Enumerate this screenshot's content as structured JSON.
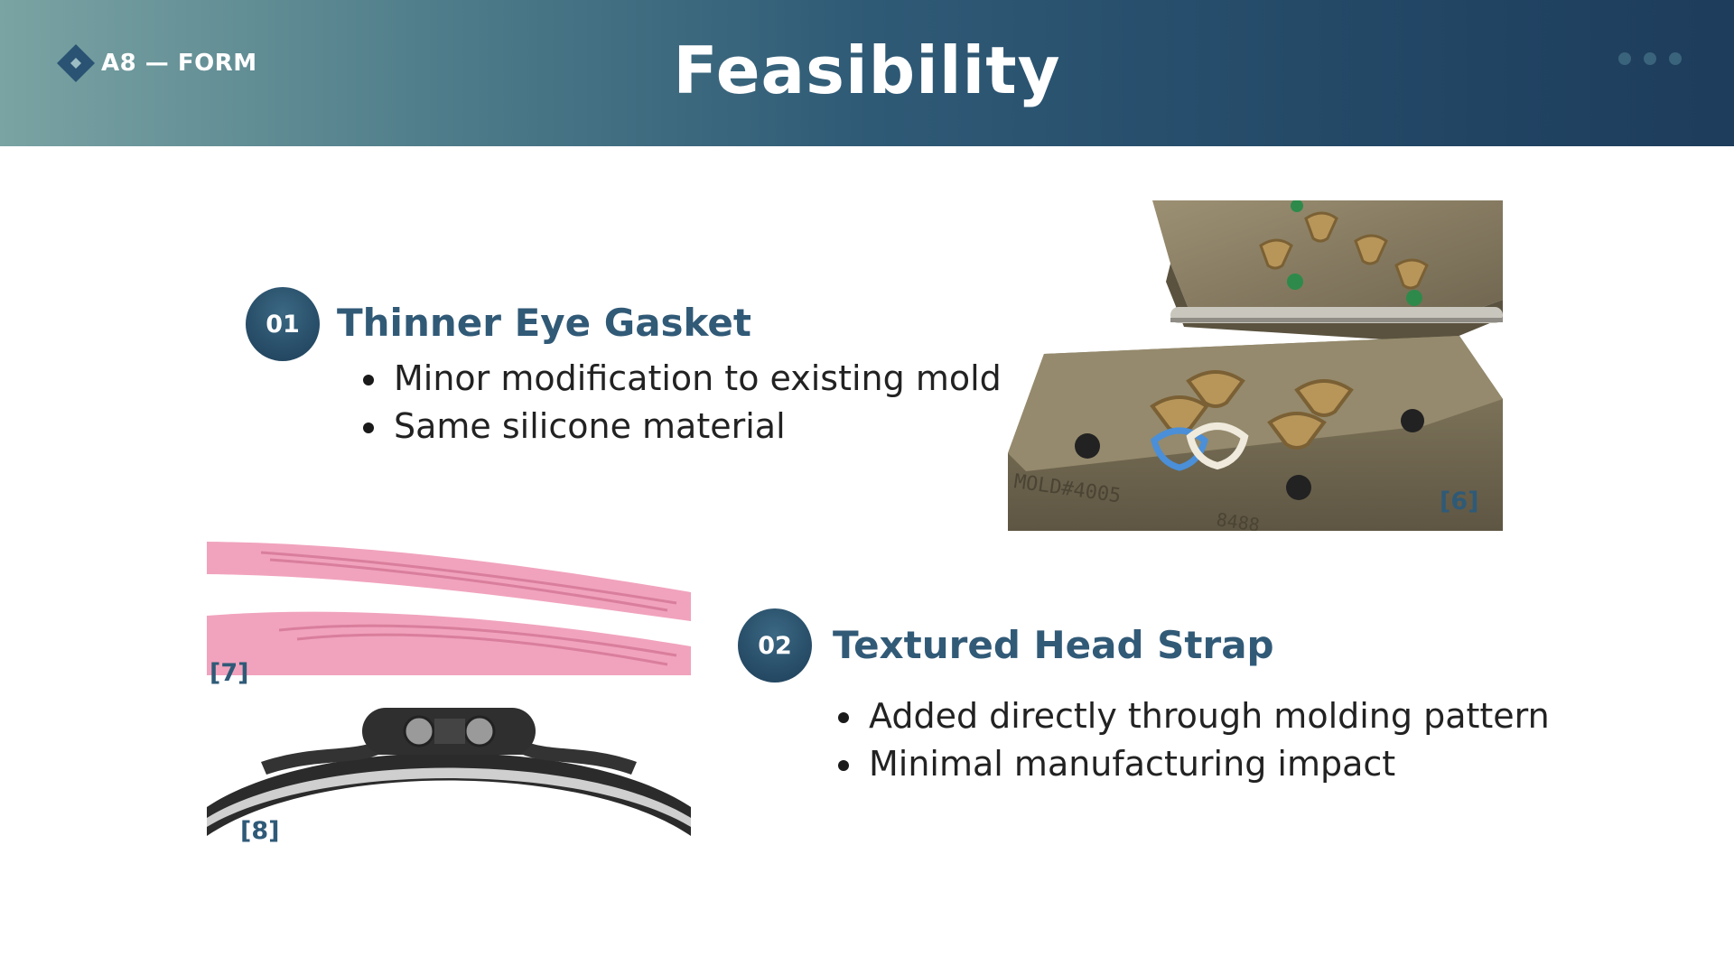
{
  "header": {
    "brand_label": "A8 — FORM",
    "title": "Feasibility",
    "brand_icon": "diamond-logo-icon",
    "dots_icon": "three-dots-icon"
  },
  "sections": [
    {
      "number": "01",
      "title": "Thinner Eye Gasket",
      "bullets": [
        "Minor modification to existing mold",
        "Same silicone material"
      ]
    },
    {
      "number": "02",
      "title": "Textured Head Strap",
      "bullets": [
        "Added directly through molding pattern",
        "Minimal manufacturing impact"
      ]
    }
  ],
  "images": {
    "mold": {
      "citation": "[6]",
      "engraving": "MOLD#4005",
      "engraving2": "8488"
    },
    "strap_pink": {
      "citation": "[7]"
    },
    "strap_gray": {
      "citation": "[8]"
    }
  },
  "colors": {
    "header_start": "#7aa3a3",
    "header_end": "#1e3c5c",
    "accent": "#315a77",
    "badge": "#284e69"
  }
}
